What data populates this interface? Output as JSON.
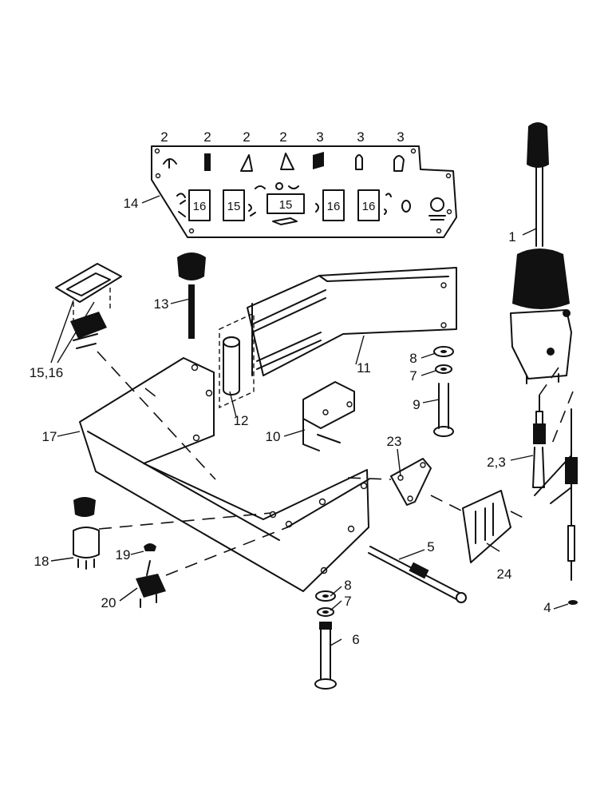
{
  "callouts": {
    "c1": "1",
    "c23a": "2,3",
    "c4": "4",
    "c5": "5",
    "c6": "6",
    "c7a": "7",
    "c7b": "7",
    "c8a": "8",
    "c8b": "8",
    "c9": "9",
    "c10": "10",
    "c11": "11",
    "c12": "12",
    "c13": "13",
    "c14": "14",
    "c1516": "15,16",
    "c17": "17",
    "c18": "18",
    "c19": "19",
    "c20": "20",
    "c23": "23",
    "c24": "24"
  },
  "panel": {
    "top_labels": [
      "2",
      "2",
      "2",
      "2",
      "3",
      "3",
      "3"
    ],
    "boxes": [
      "16",
      "15",
      "15",
      "16",
      "16"
    ]
  }
}
